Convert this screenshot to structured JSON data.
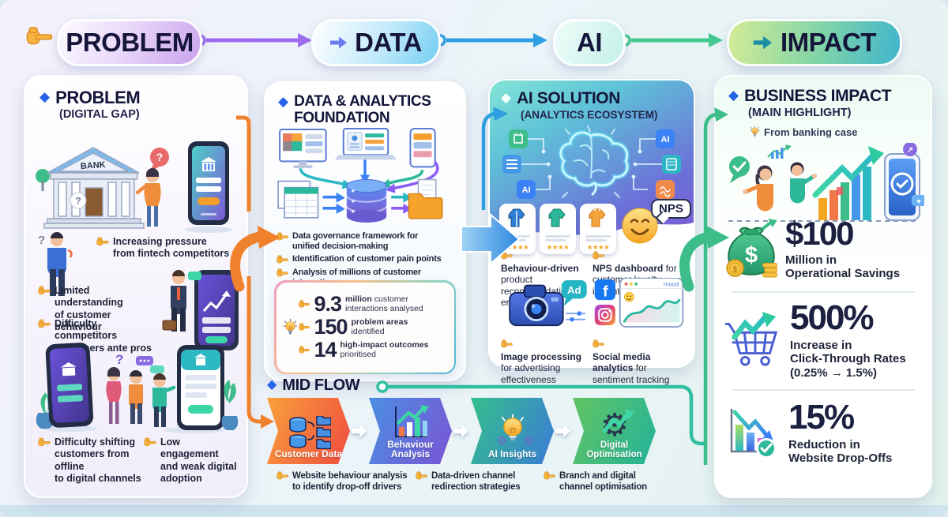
{
  "glyphs": {
    "diamond": "◆",
    "question": "?",
    "stars": "★★★★",
    "up_right": "↗",
    "heart": "♥",
    "gear": "⚙"
  },
  "flow_header": {
    "step1": "PROBLEM",
    "step2": "DATA",
    "step3": "AI",
    "step4": "IMPACT"
  },
  "problem_panel": {
    "title": "PROBLEM",
    "subtitle": "(DIGITAL GAP)",
    "bank_sign": "BANK",
    "bullet1": "Increasing pressure\nfrom fintech competitors",
    "bullet2": "Limited understanding\nof customer behaviour",
    "bullet3": "Difficulty conmpetitors\ncustomers ante pros",
    "bullet4": "Difficulty shifting\ncustomers from offline\nto digital channels",
    "bullet5": "Low engagement\nand weak digital\nadoption"
  },
  "data_panel": {
    "title": "DATA & ANALYTICS\nFOUNDATION",
    "bullet1": "Data governance framework for\nunified decision-making",
    "bullet2": "Identification of customer pain points",
    "bullet3": "Analysis of millions of customer interactions",
    "stat1": {
      "value": "9.3",
      "strong": "million",
      "rest": " customer interactions analysed"
    },
    "stat2": {
      "value": "150",
      "strong": "problem areas",
      "rest": " identified"
    },
    "stat3": {
      "value": "14",
      "strong": "high-impact outcomes",
      "rest": " prioritised"
    }
  },
  "ai_panel": {
    "title": "AI SOLUTION",
    "subtitle": "(ANALYTICS ECOSYSTEM)",
    "chip_ai_left": "AI",
    "chip_ai_right": "AI",
    "nps_label": "NPS",
    "ad_label": "Ad",
    "mood_label": "mood",
    "facebook_f": "f",
    "feature1": {
      "strong": "Behaviour-driven",
      "rest": " product recommendation engine"
    },
    "feature2": {
      "strong": "NPS dashboard",
      "rest": " for customer loyalty insights"
    },
    "feature3": {
      "strong": "Image processing",
      "rest": " for advertising effectiveness"
    },
    "feature4": {
      "strong": "Social media analytics",
      "rest": " for sentiment tracking"
    }
  },
  "impact_panel": {
    "title": "BUSINESS IMPACT",
    "subtitle": "(MAIN HIGHLIGHT)",
    "tagline": "From banking case",
    "stat1": {
      "value": "$100",
      "label": "Million in\nOperational Savings"
    },
    "stat2": {
      "value": "500%",
      "label": "Increase in\nClick-Through Rates\n(0.25% → 1.5%)"
    },
    "stat3": {
      "value": "15%",
      "label": "Reduction in\nWebsite Drop-Offs"
    }
  },
  "mid_flow": {
    "title": "MID FLOW",
    "step1": "Customer Data",
    "step2": "Behaviour Analysis",
    "step3": "AI Insights",
    "step4": "Digital\nOptimisation",
    "bullet1": "Website behaviour analysis\nto identify drop-off drivers",
    "bullet2": "Data-driven channel\nredirection strategies",
    "bullet3": "Branch and digital\nchannel optimisation"
  }
}
